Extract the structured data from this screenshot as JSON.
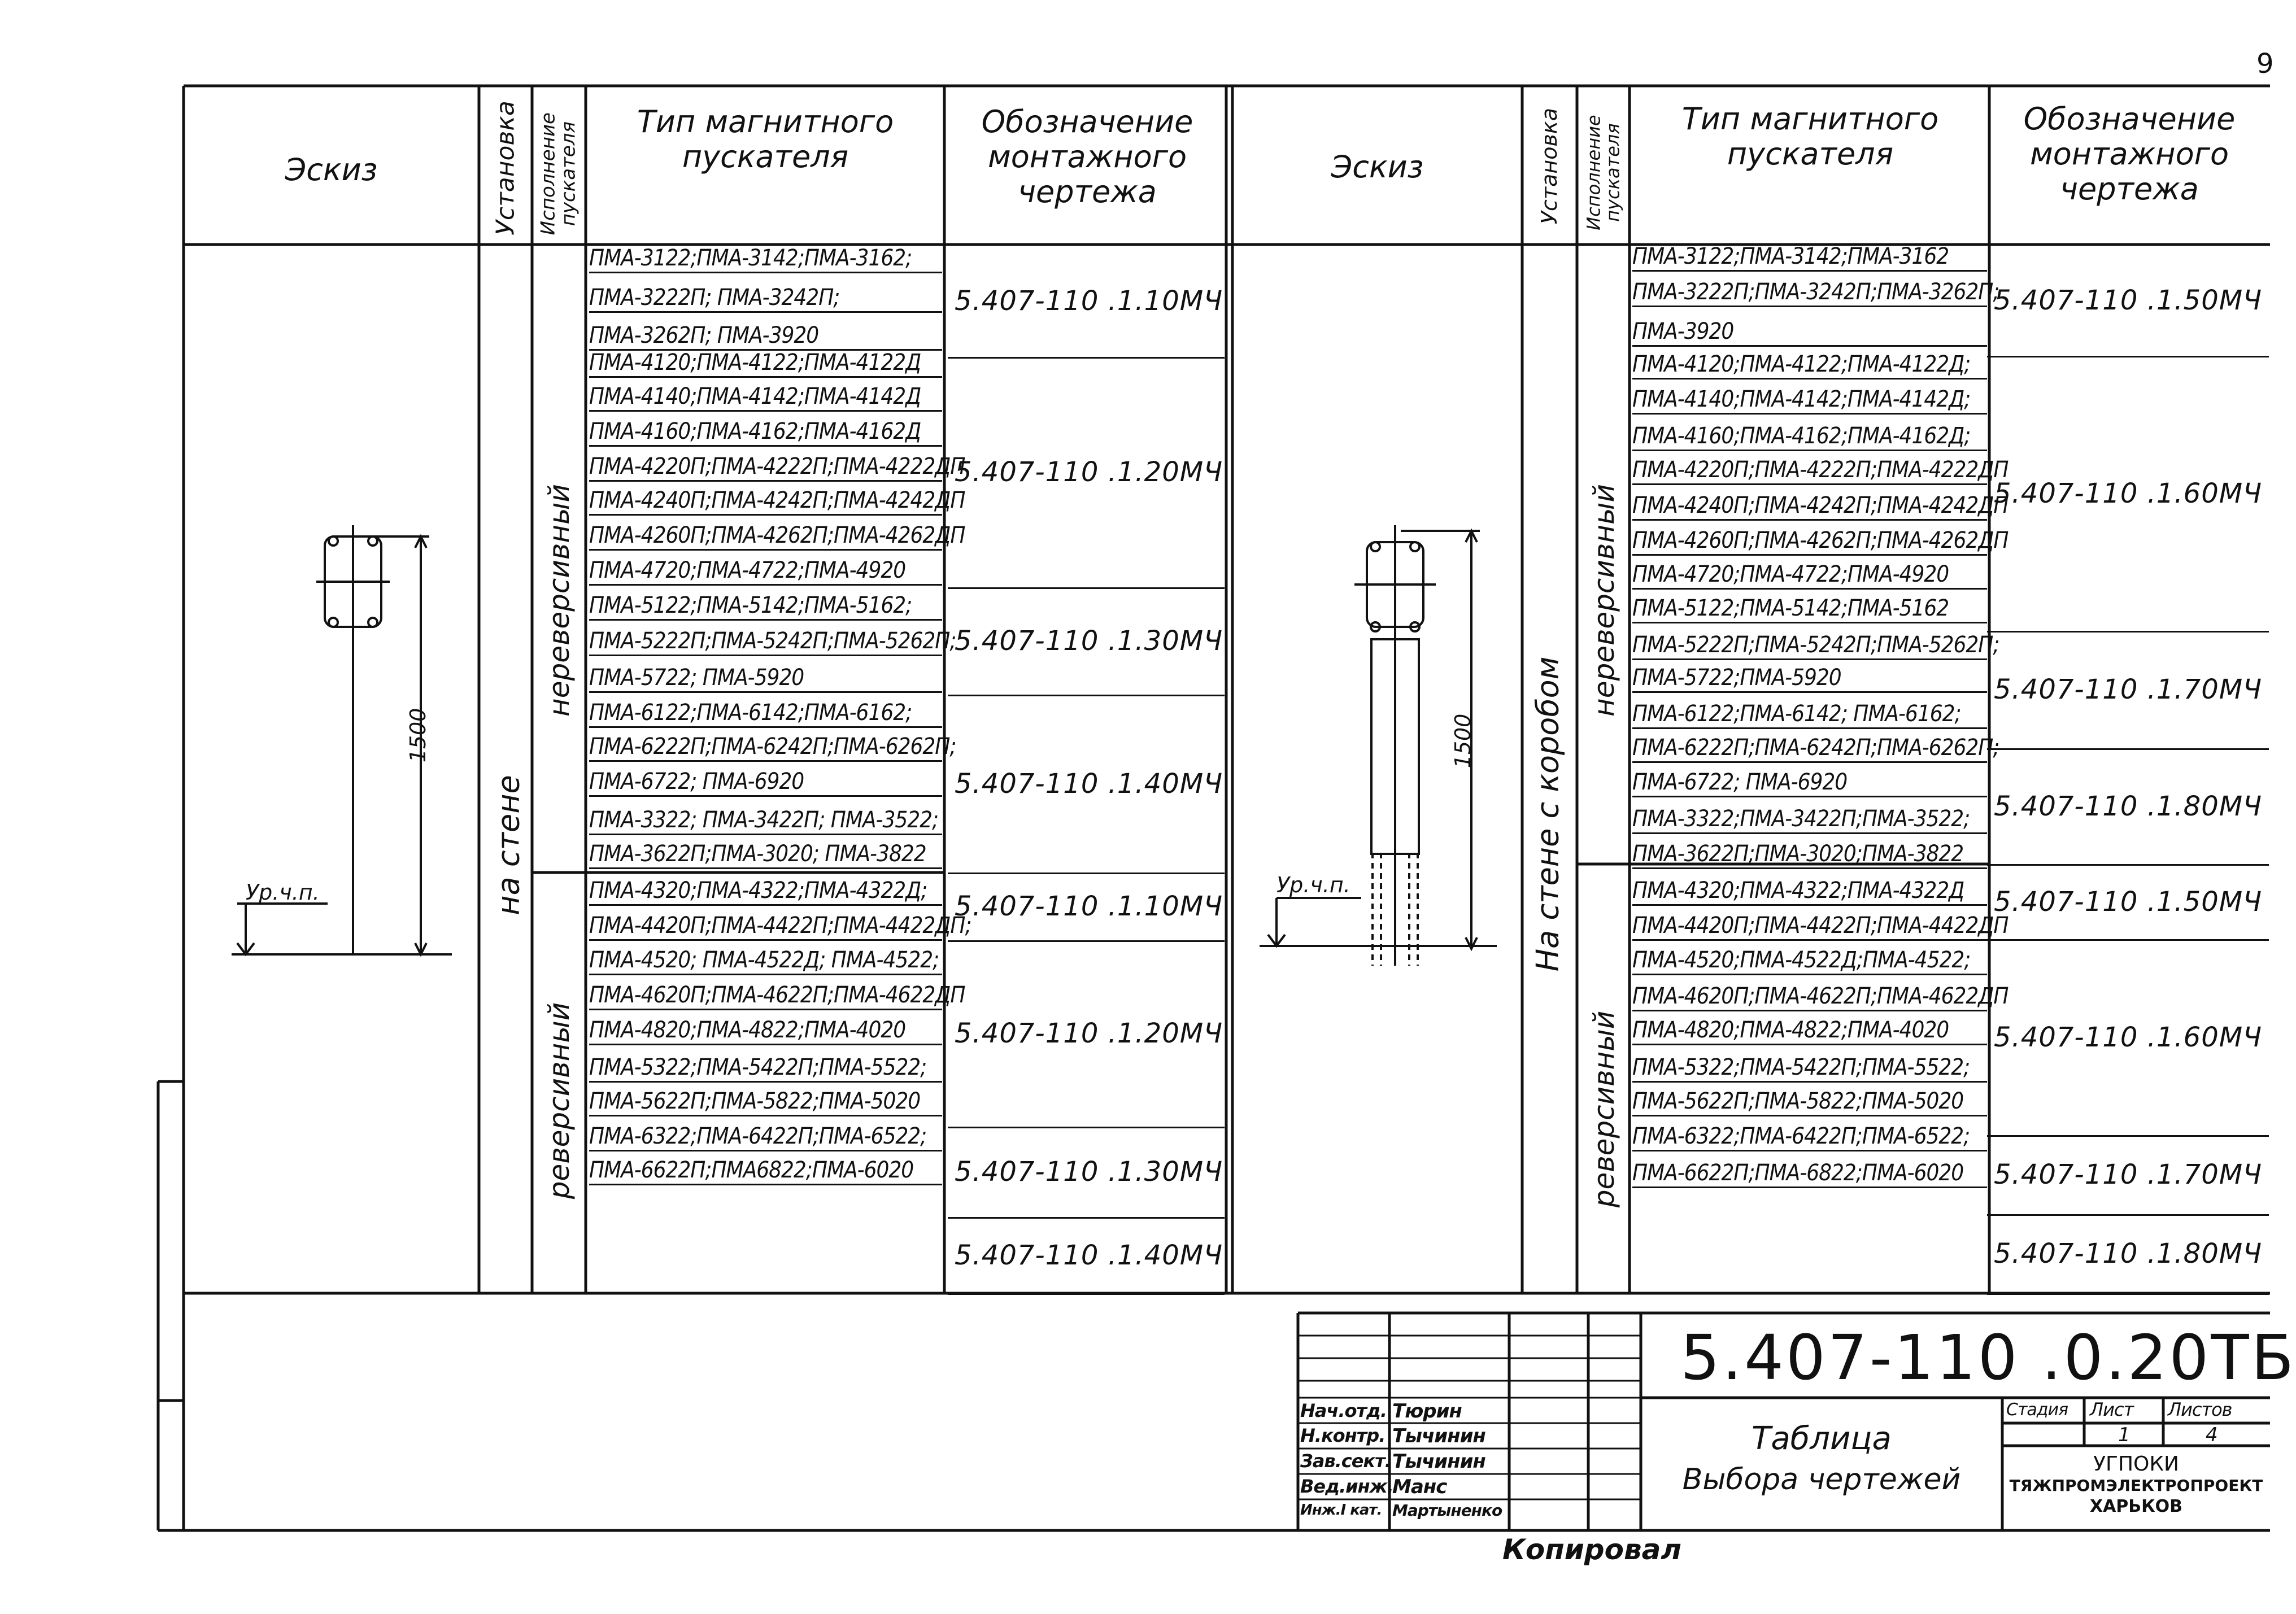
{
  "page_number": "9",
  "left_table": {
    "header": {
      "sketch": "Эскиз",
      "install": "Установка",
      "exec": "Исполнение пускателя",
      "type": "Тип магнитного пускателя",
      "drawing": "Обозначение монтажного чертежа"
    },
    "install_label": "на стене",
    "group_nonrev": "нереверсивный",
    "group_rev": "реверсивный",
    "sketch_height": "1500",
    "sketch_level": "Ур.ч.п.",
    "groups": [
      {
        "lines": [
          "ПМА-3122;ПМА-3142;ПМА-3162;",
          "ПМА-3222П; ПМА-3242П;",
          "ПМА-3262П; ПМА-3920"
        ],
        "drawing": "5.407-110 .1.10МЧ"
      },
      {
        "lines": [
          "ПМА-4120;ПМА-4122;ПМА-4122Д",
          "ПМА-4140;ПМА-4142;ПМА-4142Д",
          "ПМА-4160;ПМА-4162;ПМА-4162Д",
          "ПМА-4220П;ПМА-4222П;ПМА-4222ДП",
          "ПМА-4240П;ПМА-4242П;ПМА-4242ДП",
          "ПМА-4260П;ПМА-4262П;ПМА-4262ДП",
          "ПМА-4720;ПМА-4722;ПМА-4920"
        ],
        "drawing": "5.407-110 .1.20МЧ"
      },
      {
        "lines": [
          "ПМА-5122;ПМА-5142;ПМА-5162;",
          "ПМА-5222П;ПМА-5242П;ПМА-5262П;",
          "ПМА-5722; ПМА-5920"
        ],
        "drawing": "5.407-110 .1.30МЧ"
      },
      {
        "lines": [
          "ПМА-6122;ПМА-6142;ПМА-6162;",
          "ПМА-6222П;ПМА-6242П;ПМА-6262П;",
          "ПМА-6722; ПМА-6920"
        ],
        "drawing": "5.407-110 .1.40МЧ"
      },
      {
        "lines": [
          "ПМА-3322; ПМА-3422П; ПМА-3522;",
          "ПМА-3622П;ПМА-3020; ПМА-3822"
        ],
        "drawing": "5.407-110 .1.10МЧ"
      },
      {
        "lines": [
          "ПМА-4320;ПМА-4322;ПМА-4322Д;",
          "ПМА-4420П;ПМА-4422П;ПМА-4422ДП;",
          "ПМА-4520; ПМА-4522Д; ПМА-4522;",
          "ПМА-4620П;ПМА-4622П;ПМА-4622ДП",
          "ПМА-4820;ПМА-4822;ПМА-4020"
        ],
        "drawing": "5.407-110 .1.20МЧ"
      },
      {
        "lines": [
          "ПМА-5322;ПМА-5422П;ПМА-5522;",
          "ПМА-5622П;ПМА-5822;ПМА-5020"
        ],
        "drawing": "5.407-110 .1.30МЧ"
      },
      {
        "lines": [
          "ПМА-6322;ПМА-6422П;ПМА-6522;",
          "ПМА-6622П;ПМА6822;ПМА-6020"
        ],
        "drawing": "5.407-110 .1.40МЧ"
      }
    ]
  },
  "right_table": {
    "header": {
      "sketch": "Эскиз",
      "install": "Установка",
      "exec": "Исполнение пускателя",
      "type": "Тип магнитного пускателя",
      "drawing": "Обозначение монтажного чертежа"
    },
    "install_label": "На стене с коробом",
    "group_nonrev": "нереверсивный",
    "group_rev": "реверсивный",
    "sketch_height": "1500",
    "sketch_level": "Ур.ч.п.",
    "groups": [
      {
        "lines": [
          "ПМА-3122;ПМА-3142;ПМА-3162",
          "ПМА-3222П;ПМА-3242П;ПМА-3262П;",
          "ПМА-3920"
        ],
        "drawing": "5.407-110 .1.50МЧ"
      },
      {
        "lines": [
          "ПМА-4120;ПМА-4122;ПМА-4122Д;",
          "ПМА-4140;ПМА-4142;ПМА-4142Д;",
          "ПМА-4160;ПМА-4162;ПМА-4162Д;",
          "ПМА-4220П;ПМА-4222П;ПМА-4222ДП",
          "ПМА-4240П;ПМА-4242П;ПМА-4242ДП",
          "ПМА-4260П;ПМА-4262П;ПМА-4262ДП",
          "ПМА-4720;ПМА-4722;ПМА-4920"
        ],
        "drawing": "5.407-110 .1.60МЧ"
      },
      {
        "lines": [
          "ПМА-5122;ПМА-5142;ПМА-5162",
          "ПМА-5222П;ПМА-5242П;ПМА-5262П;",
          "ПМА-5722;ПМА-5920"
        ],
        "drawing": "5.407-110 .1.70МЧ"
      },
      {
        "lines": [
          "ПМА-6122;ПМА-6142; ПМА-6162;",
          "ПМА-6222П;ПМА-6242П;ПМА-6262П;",
          "ПМА-6722; ПМА-6920"
        ],
        "drawing": "5.407-110 .1.80МЧ"
      },
      {
        "lines": [
          "ПМА-3322;ПМА-3422П;ПМА-3522;",
          "ПМА-3622П;ПМА-3020;ПМА-3822"
        ],
        "drawing": "5.407-110 .1.50МЧ"
      },
      {
        "lines": [
          "ПМА-4320;ПМА-4322;ПМА-4322Д",
          "ПМА-4420П;ПМА-4422П;ПМА-4422ДП",
          "ПМА-4520;ПМА-4522Д;ПМА-4522;",
          "ПМА-4620П;ПМА-4622П;ПМА-4622ДП",
          "ПМА-4820;ПМА-4822;ПМА-4020"
        ],
        "drawing": "5.407-110 .1.60МЧ"
      },
      {
        "lines": [
          "ПМА-5322;ПМА-5422П;ПМА-5522;",
          "ПМА-5622П;ПМА-5822;ПМА-5020"
        ],
        "drawing": "5.407-110 .1.70МЧ"
      },
      {
        "lines": [
          "ПМА-6322;ПМА-6422П;ПМА-6522;",
          "ПМА-6622П;ПМА-6822;ПМА-6020"
        ],
        "drawing": "5.407-110 .1.80МЧ"
      }
    ]
  },
  "title_block": {
    "code": "5.407-110 .0.20ТБ",
    "title_line1": "Таблица",
    "title_line2": "Выбора чертежей",
    "stage_label": "Стадия",
    "sheet_label": "Лист",
    "sheets_label": "Листов",
    "sheet": "1",
    "sheets": "4",
    "org_line1": "УГПОКИ",
    "org_line2": "ТЯЖПРОМЭЛЕКТРОПРОЕКТ",
    "org_line3": "ХАРЬКОВ",
    "signers": [
      {
        "role": "Нач.отд.",
        "name": "Тюрин"
      },
      {
        "role": "Н.контр.",
        "name": "Тычинин"
      },
      {
        "role": "Зав.сект.",
        "name": "Тычинин"
      },
      {
        "role": "Вед.инж.",
        "name": "Манс"
      },
      {
        "role": "Инж.I кат.",
        "name": "Мартыненко"
      }
    ],
    "copied": "Копировал"
  }
}
